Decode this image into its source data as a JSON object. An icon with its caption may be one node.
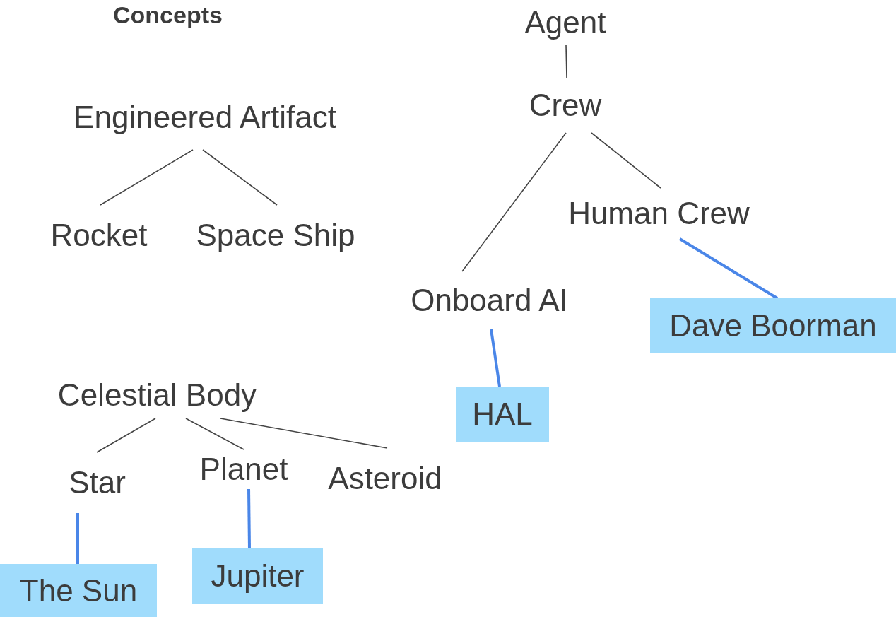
{
  "diagram": {
    "title": "Concepts",
    "nodes": [
      {
        "text": [
          "Agent"
        ]
      },
      {
        "text": [
          "Crew"
        ]
      },
      {
        "text": [
          "Engineered Artifact"
        ]
      },
      {
        "text": [
          "Rocket"
        ]
      },
      {
        "text": [
          "Space Ship"
        ]
      },
      {
        "text": [
          "Human Crew"
        ]
      },
      {
        "text": [
          "Onboard AI"
        ]
      },
      {
        "text": [
          "Dave Boorman"
        ]
      },
      {
        "text": [
          "HAL"
        ]
      },
      {
        "text": [
          "Celestial Body"
        ]
      },
      {
        "text": [
          "Star"
        ]
      },
      {
        "text": [
          "Planet"
        ]
      },
      {
        "text": [
          "Asteroid"
        ]
      },
      {
        "text": [
          "The Sun"
        ]
      },
      {
        "text": [
          "Jupiter"
        ]
      }
    ],
    "edges": [
      {
        "from": 0,
        "to": 1,
        "arrow": "none"
      },
      {
        "from": 1,
        "to": 6,
        "arrow": "none"
      },
      {
        "from": 1,
        "to": 5,
        "arrow": "none"
      },
      {
        "from": 2,
        "to": 3,
        "arrow": "none"
      },
      {
        "from": 2,
        "to": 4,
        "arrow": "none"
      },
      {
        "from": 5,
        "to": 7,
        "arrow": "none",
        "style": "thick",
        "color": "#4a86e8"
      },
      {
        "from": 6,
        "to": 8,
        "arrow": "none",
        "style": "thick",
        "color": "#4a86e8"
      },
      {
        "from": 9,
        "to": 10,
        "arrow": "none"
      },
      {
        "from": 9,
        "to": 11,
        "arrow": "none"
      },
      {
        "from": 9,
        "to": 12,
        "arrow": "none"
      },
      {
        "from": 10,
        "to": 13,
        "arrow": "none",
        "style": "thick",
        "color": "#4a86e8"
      },
      {
        "from": 11,
        "to": 14,
        "arrow": "none",
        "style": "thick",
        "color": "#4a86e8"
      }
    ]
  }
}
